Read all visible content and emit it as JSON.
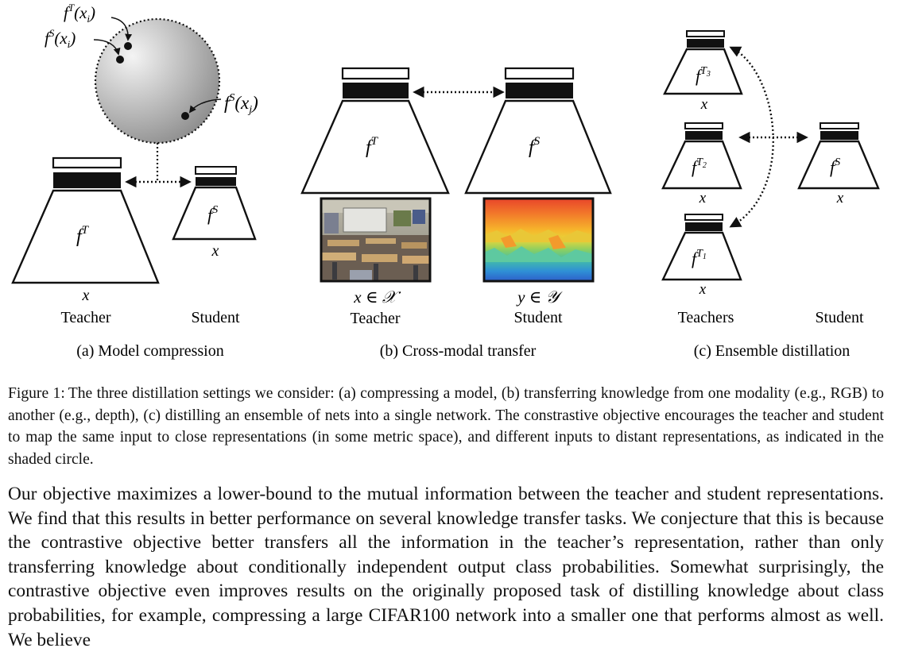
{
  "panel_a": {
    "label_fT_xi": "f",
    "label_fT_xi_sup": "T",
    "label_fT_xi_arg": "(x",
    "label_fT_xi_sub": "i",
    "label_fS_xi": "f",
    "label_fS_xi_sup": "S",
    "label_fS_xi_arg": "(x",
    "label_fS_xi_sub": "i",
    "label_fS_xj": "f",
    "label_fS_xj_sup": "S",
    "label_fS_xj_arg": "(x",
    "label_fS_xj_sub": "j",
    "teacher_func": "f",
    "teacher_func_sup": "T",
    "student_func": "f",
    "student_func_sup": "S",
    "teacher_input": "x",
    "student_input": "x",
    "teacher_label": "Teacher",
    "student_label": "Student",
    "caption": "(a) Model compression"
  },
  "panel_b": {
    "teacher_func": "f",
    "teacher_func_sup": "T",
    "student_func": "f",
    "student_func_sup": "S",
    "teacher_input": "x ∈ 𝒳",
    "student_input": "y ∈ 𝒴",
    "teacher_label": "Teacher",
    "student_label": "Student",
    "caption": "(b) Cross-modal transfer"
  },
  "panel_c": {
    "t3_func": "f",
    "t3_sup": "T",
    "t3_sub": "3",
    "t2_func": "f",
    "t2_sup": "T",
    "t2_sub": "2",
    "t1_func": "f",
    "t1_sup": "T",
    "t1_sub": "1",
    "student_func": "f",
    "student_func_sup": "S",
    "t3_input": "x",
    "t2_input": "x",
    "t1_input": "x",
    "student_input": "x",
    "teachers_label": "Teachers",
    "student_label": "Student",
    "caption": "(c) Ensemble distillation"
  },
  "figure_caption": {
    "label": "Figure 1:",
    "text": "The three distillation settings we consider: (a) compressing a model, (b) transferring knowledge from one modality (e.g., RGB) to another (e.g., depth), (c) distilling an ensemble of nets into a single network. The constrastive objective encourages the teacher and student to map the same input to close representations (in some metric space), and different inputs to distant representations, as indicated in the shaded circle."
  },
  "body_text": "Our objective maximizes a lower-bound to the mutual information between the teacher and student representations. We find that this results in better performance on several knowledge transfer tasks. We conjecture that this is because the contrastive objective better transfers all the information in the teacher’s representation, rather than only transferring knowledge about conditionally independent output class probabilities. Somewhat surprisingly, the contrastive objective even improves results on the originally proposed task of distilling knowledge about class probabilities, for example, compressing a large CIFAR100 network into a smaller one that performs almost as well. We believe"
}
